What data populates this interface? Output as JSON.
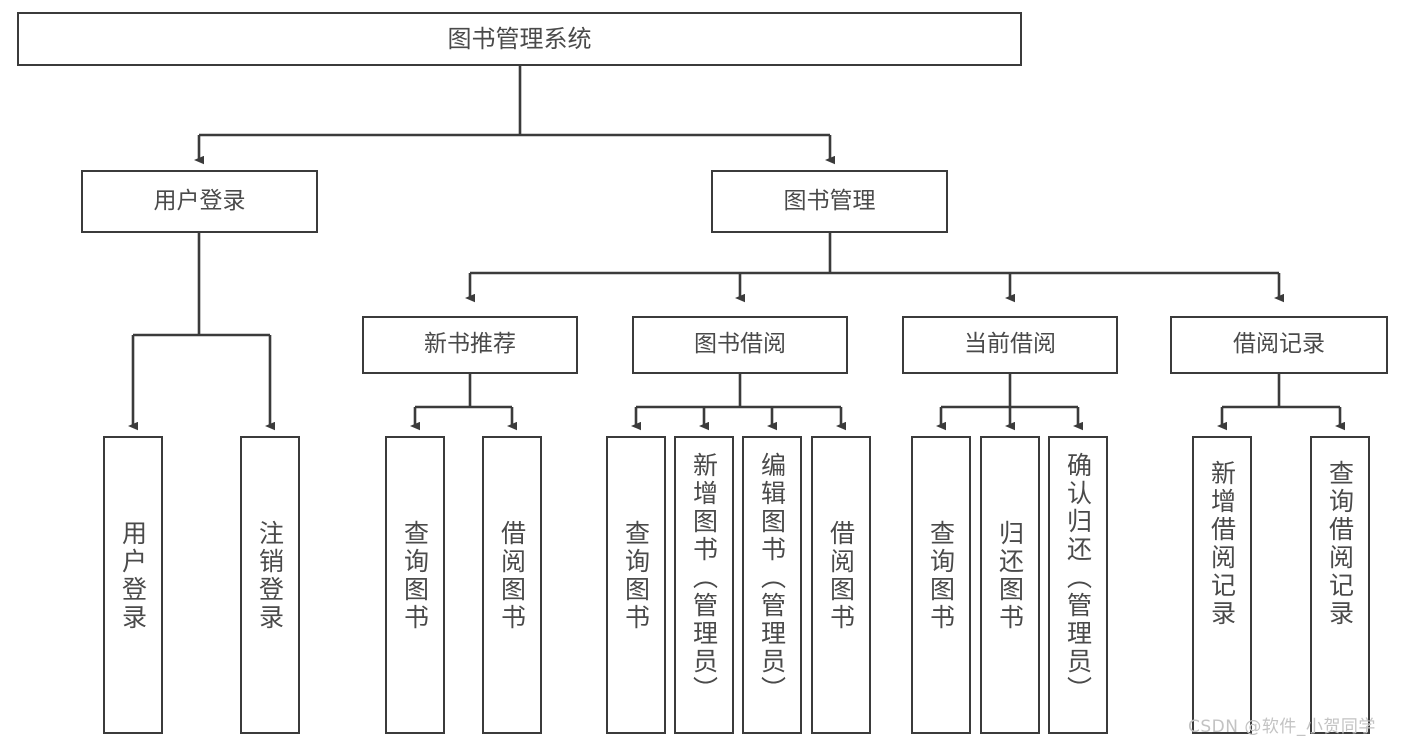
{
  "diagram": {
    "type": "tree-hierarchy",
    "title": "图书管理系统",
    "watermark": "CSDN @软件_小贺同学",
    "colors": {
      "border": "#3b3b3b",
      "box_fill": "#ffffff",
      "text": "#4a4a4a",
      "edge": "#3b3b3b",
      "watermark": "#c3c3c3",
      "background": "#ffffff"
    },
    "nodes": {
      "root": {
        "label": "图书管理系统"
      },
      "level2": [
        {
          "id": "user-login",
          "label": "用户登录"
        },
        {
          "id": "book-manage",
          "label": "图书管理"
        }
      ],
      "level3": [
        {
          "id": "new-book-recommend",
          "label": "新书推荐"
        },
        {
          "id": "book-borrow",
          "label": "图书借阅"
        },
        {
          "id": "current-borrow",
          "label": "当前借阅"
        },
        {
          "id": "borrow-record",
          "label": "借阅记录"
        }
      ],
      "leaves": {
        "user_login": [
          {
            "id": "leaf-user-login",
            "label": "用户登录"
          },
          {
            "id": "leaf-logout-login",
            "label": "注销登录"
          }
        ],
        "new_book_recommend": [
          {
            "id": "leaf-query-book-1",
            "label": "查询图书"
          },
          {
            "id": "leaf-borrow-book-1",
            "label": "借阅图书"
          }
        ],
        "book_borrow": [
          {
            "id": "leaf-query-book-2",
            "label": "查询图书"
          },
          {
            "id": "leaf-add-book",
            "label": "新增图书（管理员）"
          },
          {
            "id": "leaf-edit-book",
            "label": "编辑图书（管理员）"
          },
          {
            "id": "leaf-borrow-book-2",
            "label": "借阅图书"
          }
        ],
        "current_borrow": [
          {
            "id": "leaf-query-book-3",
            "label": "查询图书"
          },
          {
            "id": "leaf-return-book",
            "label": "归还图书"
          },
          {
            "id": "leaf-confirm-return",
            "label": "确认归还（管理员）"
          }
        ],
        "borrow_record": [
          {
            "id": "leaf-add-record",
            "label": "新增借阅记录"
          },
          {
            "id": "leaf-query-record",
            "label": "查询借阅记录"
          }
        ]
      }
    }
  }
}
